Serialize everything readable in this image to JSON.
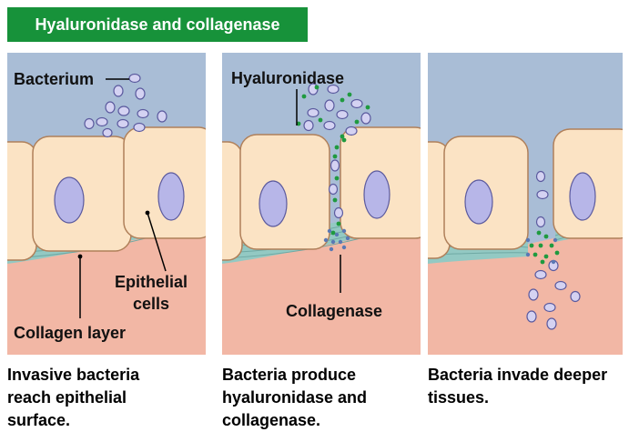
{
  "title": "Hyaluronidase and collagenase",
  "labels": {
    "bacterium": "Bacterium",
    "hyaluronidase": "Hyaluronidase",
    "epithelial_line1": "Epithelial",
    "epithelial_line2": "cells",
    "collagen_layer": "Collagen layer",
    "collagenase": "Collagenase"
  },
  "captions": [
    [
      "Invasive bacteria",
      "reach epithelial",
      "surface."
    ],
    [
      "Bacteria produce",
      "hyaluronidase and",
      "collagenase."
    ],
    [
      "Bacteria invade deeper",
      "tissues."
    ]
  ],
  "colors": {
    "title_bg": "#17923a",
    "sky": "#a9bdd6",
    "tissue": "#f2b7a5",
    "collagen": "#93c9c3",
    "cell": "#fbe3c4",
    "cell_border": "#b0805a",
    "nucleus": "#b7b6e8",
    "bacterium": "#d4d2f2",
    "enzyme_green": "#1f9a3f",
    "enzyme_blue": "#5a78b4"
  }
}
